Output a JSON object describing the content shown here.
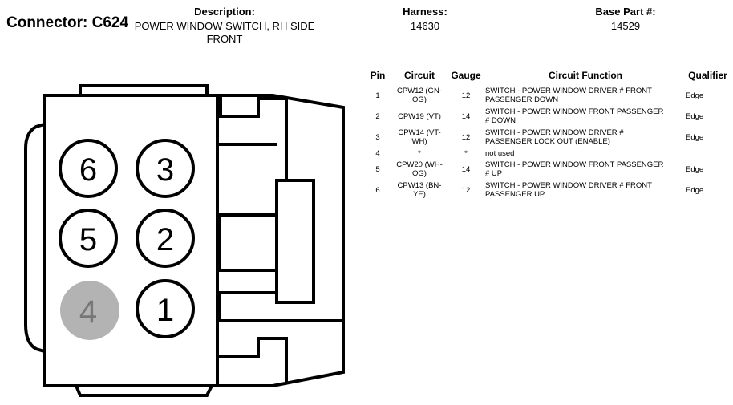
{
  "header": {
    "connector_title": "Connector: C624",
    "description_label": "Description:",
    "description_line1": "POWER WINDOW SWITCH, RH SIDE",
    "description_line2": "FRONT",
    "harness_label": "Harness:",
    "harness_value": "14630",
    "base_part_label": "Base Part #:",
    "base_part_value": "14529"
  },
  "table": {
    "headers": {
      "pin": "Pin",
      "circuit": "Circuit",
      "gauge": "Gauge",
      "function": "Circuit Function",
      "qualifier": "Qualifier"
    },
    "rows": [
      {
        "pin": "1",
        "circuit_l1": "CPW12 (GN-",
        "circuit_l2": "OG)",
        "gauge": "12",
        "func_l1": "SWITCH - POWER WINDOW DRIVER # FRONT",
        "func_l2": "PASSENGER DOWN",
        "qualifier": "Edge"
      },
      {
        "pin": "2",
        "circuit_l1": "CPW19 (VT)",
        "circuit_l2": "",
        "gauge": "14",
        "func_l1": "SWITCH - POWER WINDOW FRONT PASSENGER",
        "func_l2": "# DOWN",
        "qualifier": "Edge"
      },
      {
        "pin": "3",
        "circuit_l1": "CPW14 (VT-",
        "circuit_l2": "WH)",
        "gauge": "12",
        "func_l1": "SWITCH - POWER WINDOW DRIVER #",
        "func_l2": "PASSENGER LOCK OUT (ENABLE)",
        "qualifier": "Edge"
      },
      {
        "pin": "4",
        "circuit_l1": "*",
        "circuit_l2": "",
        "gauge": "*",
        "func_l1": "not used",
        "func_l2": "",
        "qualifier": ""
      },
      {
        "pin": "5",
        "circuit_l1": "CPW20 (WH-",
        "circuit_l2": "OG)",
        "gauge": "14",
        "func_l1": "SWITCH - POWER WINDOW FRONT PASSENGER",
        "func_l2": "# UP",
        "qualifier": "Edge"
      },
      {
        "pin": "6",
        "circuit_l1": "CPW13 (BN-",
        "circuit_l2": "YE)",
        "gauge": "12",
        "func_l1": "SWITCH - POWER WINDOW DRIVER # FRONT",
        "func_l2": "PASSENGER UP",
        "qualifier": "Edge"
      }
    ]
  },
  "connector": {
    "pins": [
      {
        "label": "6",
        "used": true
      },
      {
        "label": "3",
        "used": true
      },
      {
        "label": "5",
        "used": true
      },
      {
        "label": "2",
        "used": true
      },
      {
        "label": "4",
        "used": false
      },
      {
        "label": "1",
        "used": true
      }
    ],
    "unused_pin_fill": "#b3b3b3",
    "unused_pin_text": "#777777"
  }
}
